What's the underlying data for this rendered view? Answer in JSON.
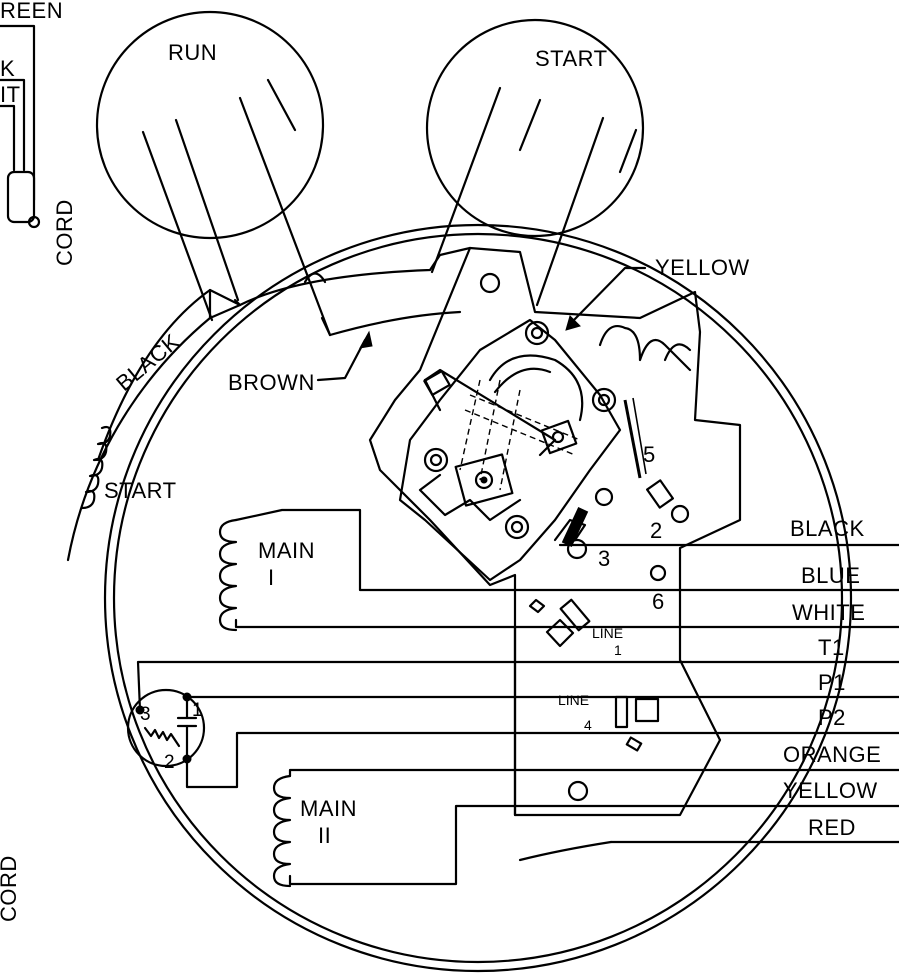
{
  "corner": {
    "green_partial": "REEN",
    "black_partial": "K",
    "white_partial": "IT",
    "cord_top": "CORD",
    "cord_bottom": "CORD"
  },
  "capacitors": {
    "run": "RUN",
    "start": "START"
  },
  "winding_wires": {
    "black": "BLACK",
    "brown": "BROWN",
    "yellow": "YELLOW"
  },
  "windings": {
    "start": "START",
    "main1_a": "MAIN",
    "main1_b": "I",
    "main2_a": "MAIN",
    "main2_b": "II"
  },
  "relay_terminals": {
    "t5": "5",
    "t2": "2",
    "t3": "3",
    "t6": "6",
    "line1_a": "LINE",
    "line1_b": "1",
    "line4_a": "LINE",
    "line4_b": "4"
  },
  "protector": {
    "t1": "1",
    "t2": "2",
    "t3": "3"
  },
  "leads": [
    "BLACK",
    "BLUE",
    "WHITE",
    "T1",
    "P1",
    "P2",
    "ORANGE",
    "YELLOW",
    "RED"
  ]
}
